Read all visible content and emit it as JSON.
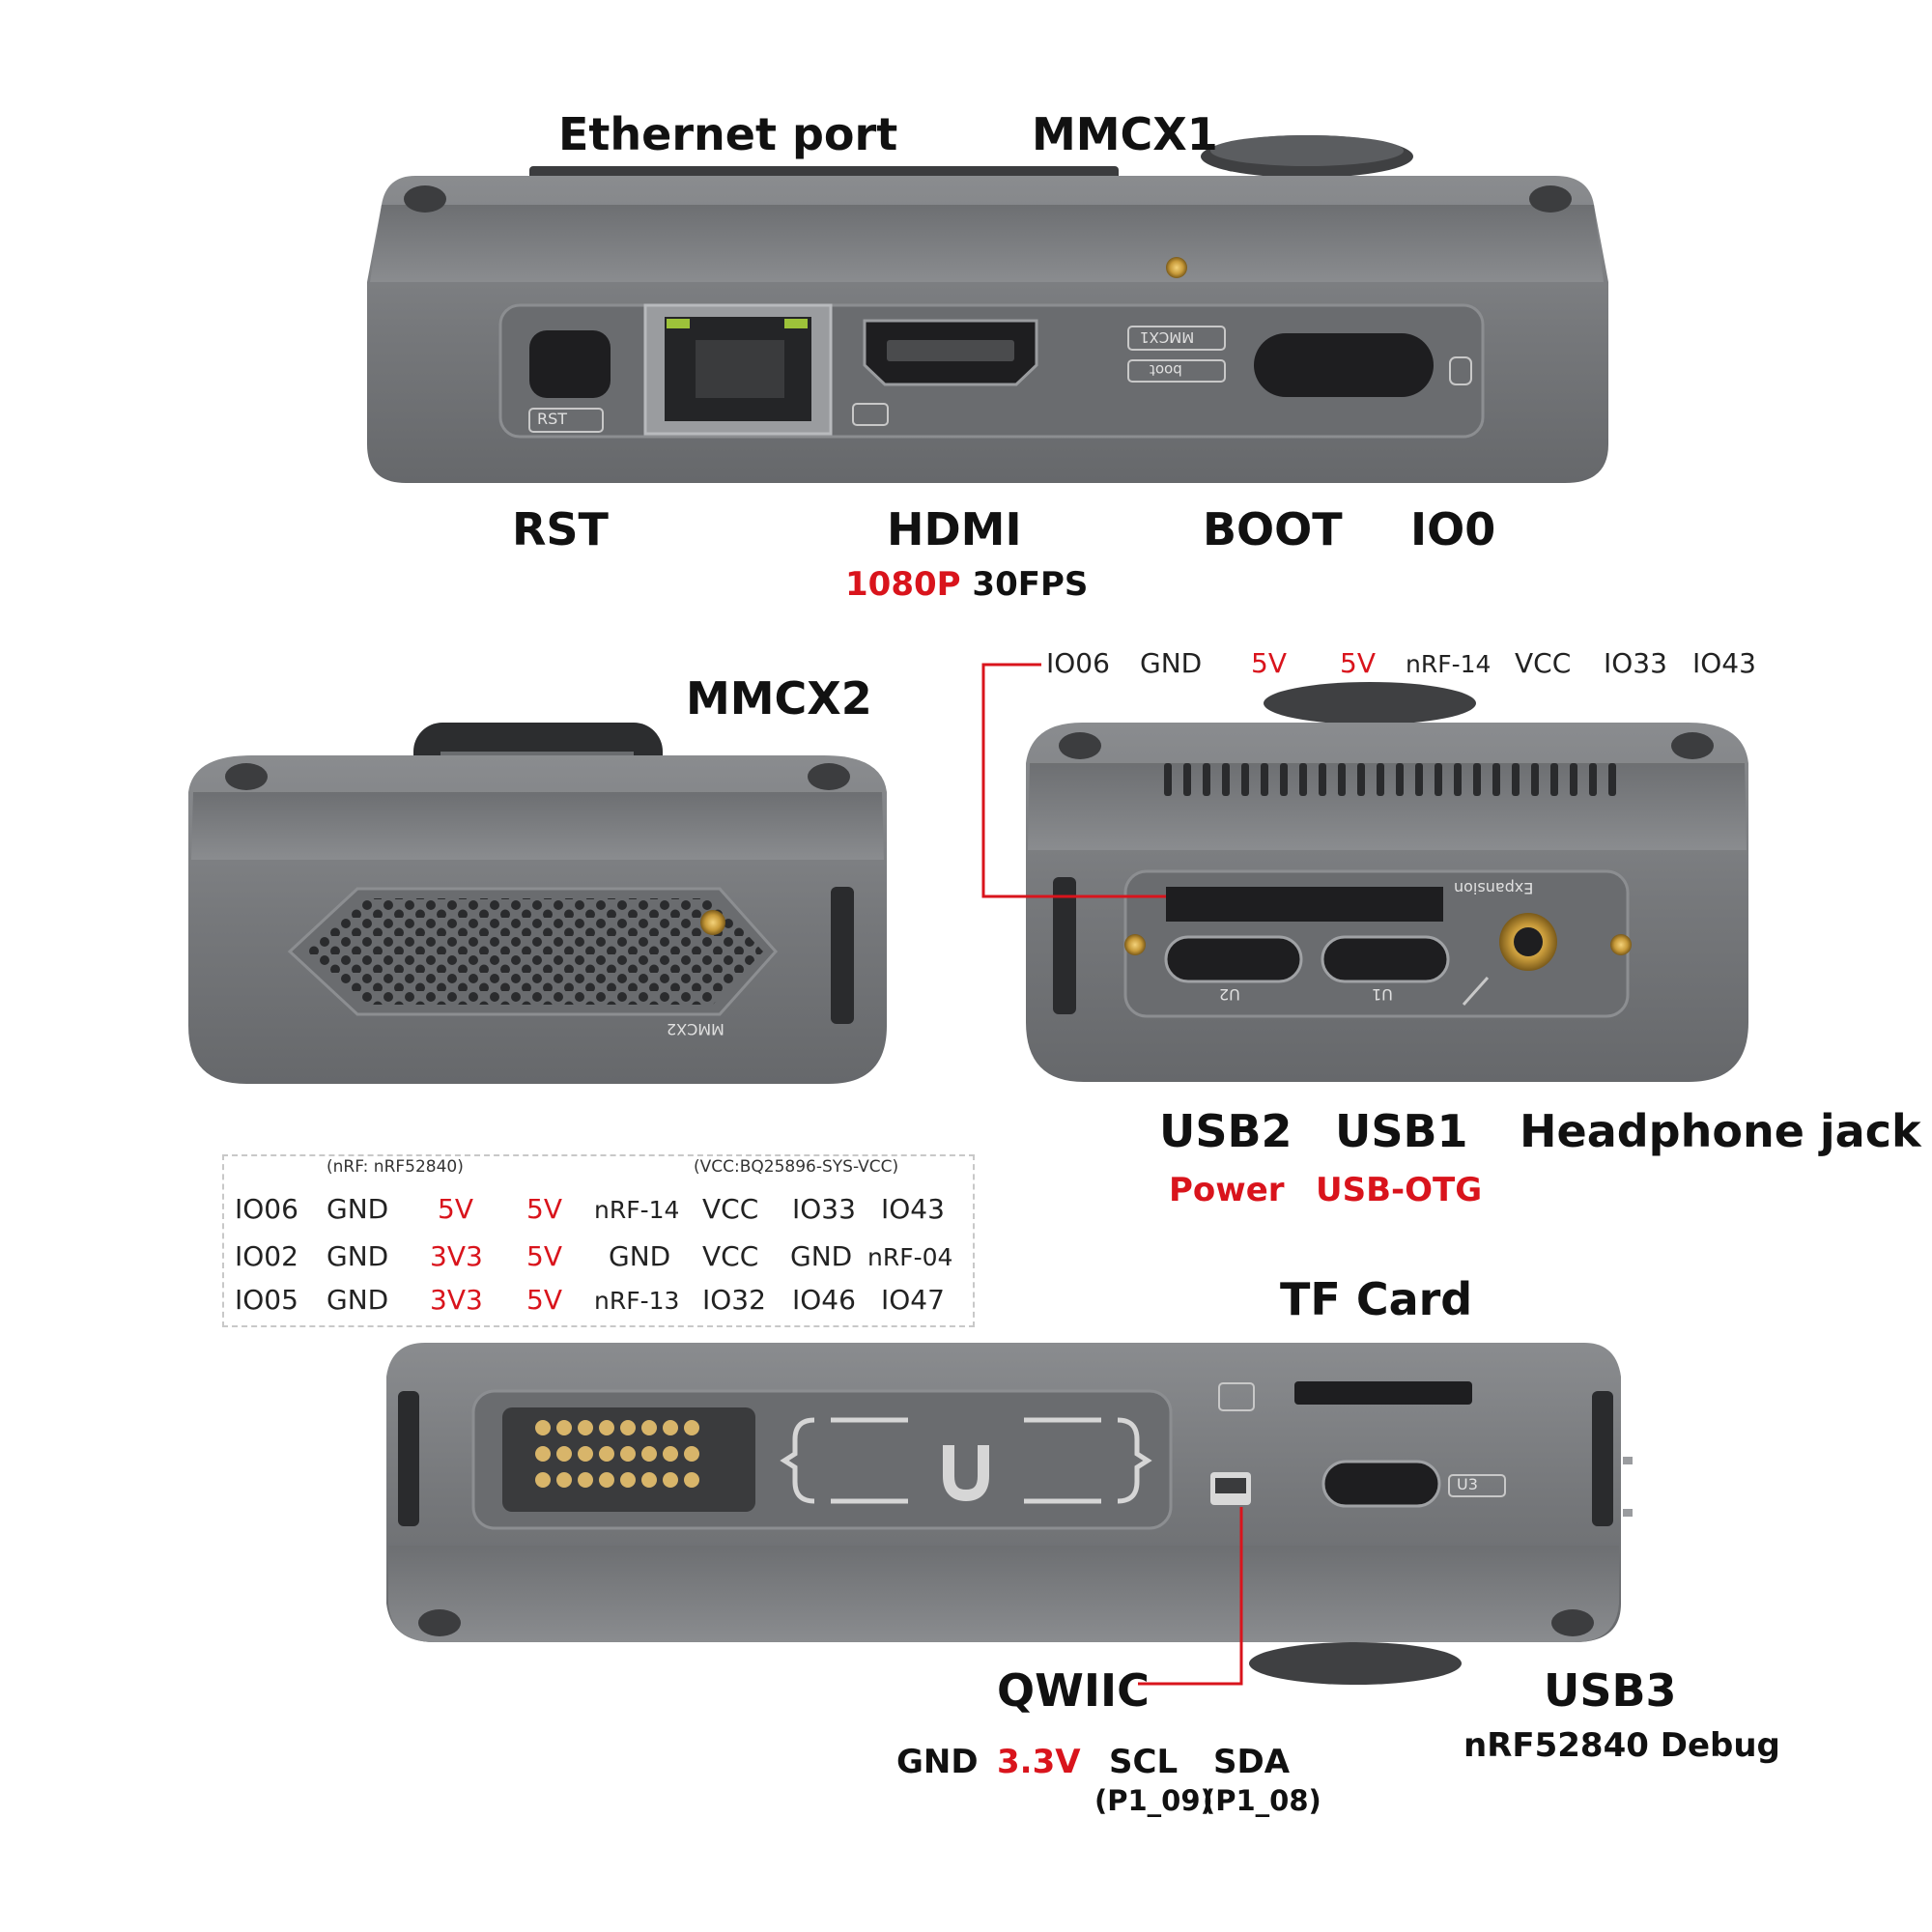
{
  "top": {
    "ethernet": "Ethernet port",
    "mmcx1": "MMCX1",
    "rst": "RST",
    "hdmi": "HDMI",
    "hdmi_res": "1080P",
    "hdmi_fps": "30FPS",
    "boot": "BOOT",
    "io0": "IO0",
    "print_rst": "RST",
    "print_mmcx1": "MMCX1",
    "print_boot": "boot"
  },
  "left": {
    "mmcx2": "MMCX2",
    "print_mmcx2": "MMCX2"
  },
  "right": {
    "pins": [
      "IO06",
      "GND",
      "5V",
      "5V",
      "nRF-14",
      "VCC",
      "IO33",
      "IO43"
    ],
    "usb2": "USB2",
    "usb2_sub": "Power",
    "usb1": "USB1",
    "usb1_sub": "USB-OTG",
    "headphone": "Headphone jack",
    "print_expansion": "Expansion",
    "print_u2": "U2",
    "print_u1": "U1"
  },
  "pin_table": {
    "note_nrf": "(nRF: nRF52840)",
    "note_vcc": "(VCC:BQ25896-SYS-VCC)",
    "row1": [
      "IO06",
      "GND",
      "5V",
      "5V",
      "nRF-14",
      "VCC",
      "IO33",
      "IO43"
    ],
    "row2": [
      "IO02",
      "GND",
      "3V3",
      "5V",
      "GND",
      "VCC",
      "GND",
      "nRF-04"
    ],
    "row3": [
      "IO05",
      "GND",
      "3V3",
      "5V",
      "nRF-13",
      "IO32",
      "IO46",
      "IO47"
    ]
  },
  "bottom": {
    "tf_card": "TF Card",
    "qwiic": "QWIIC",
    "qwiic_pins": [
      "GND",
      "3.3V",
      "SCL",
      "SDA"
    ],
    "scl_note": "(P1_09)",
    "sda_note": "(P1_08)",
    "usb3": "USB3",
    "usb3_sub": "nRF52840 Debug",
    "print_u3": "U3"
  },
  "colors": {
    "device_body": "#7d7f82",
    "device_dark": "#5f6164",
    "accent_red": "#d9141c",
    "port_black": "#1e1e20"
  }
}
